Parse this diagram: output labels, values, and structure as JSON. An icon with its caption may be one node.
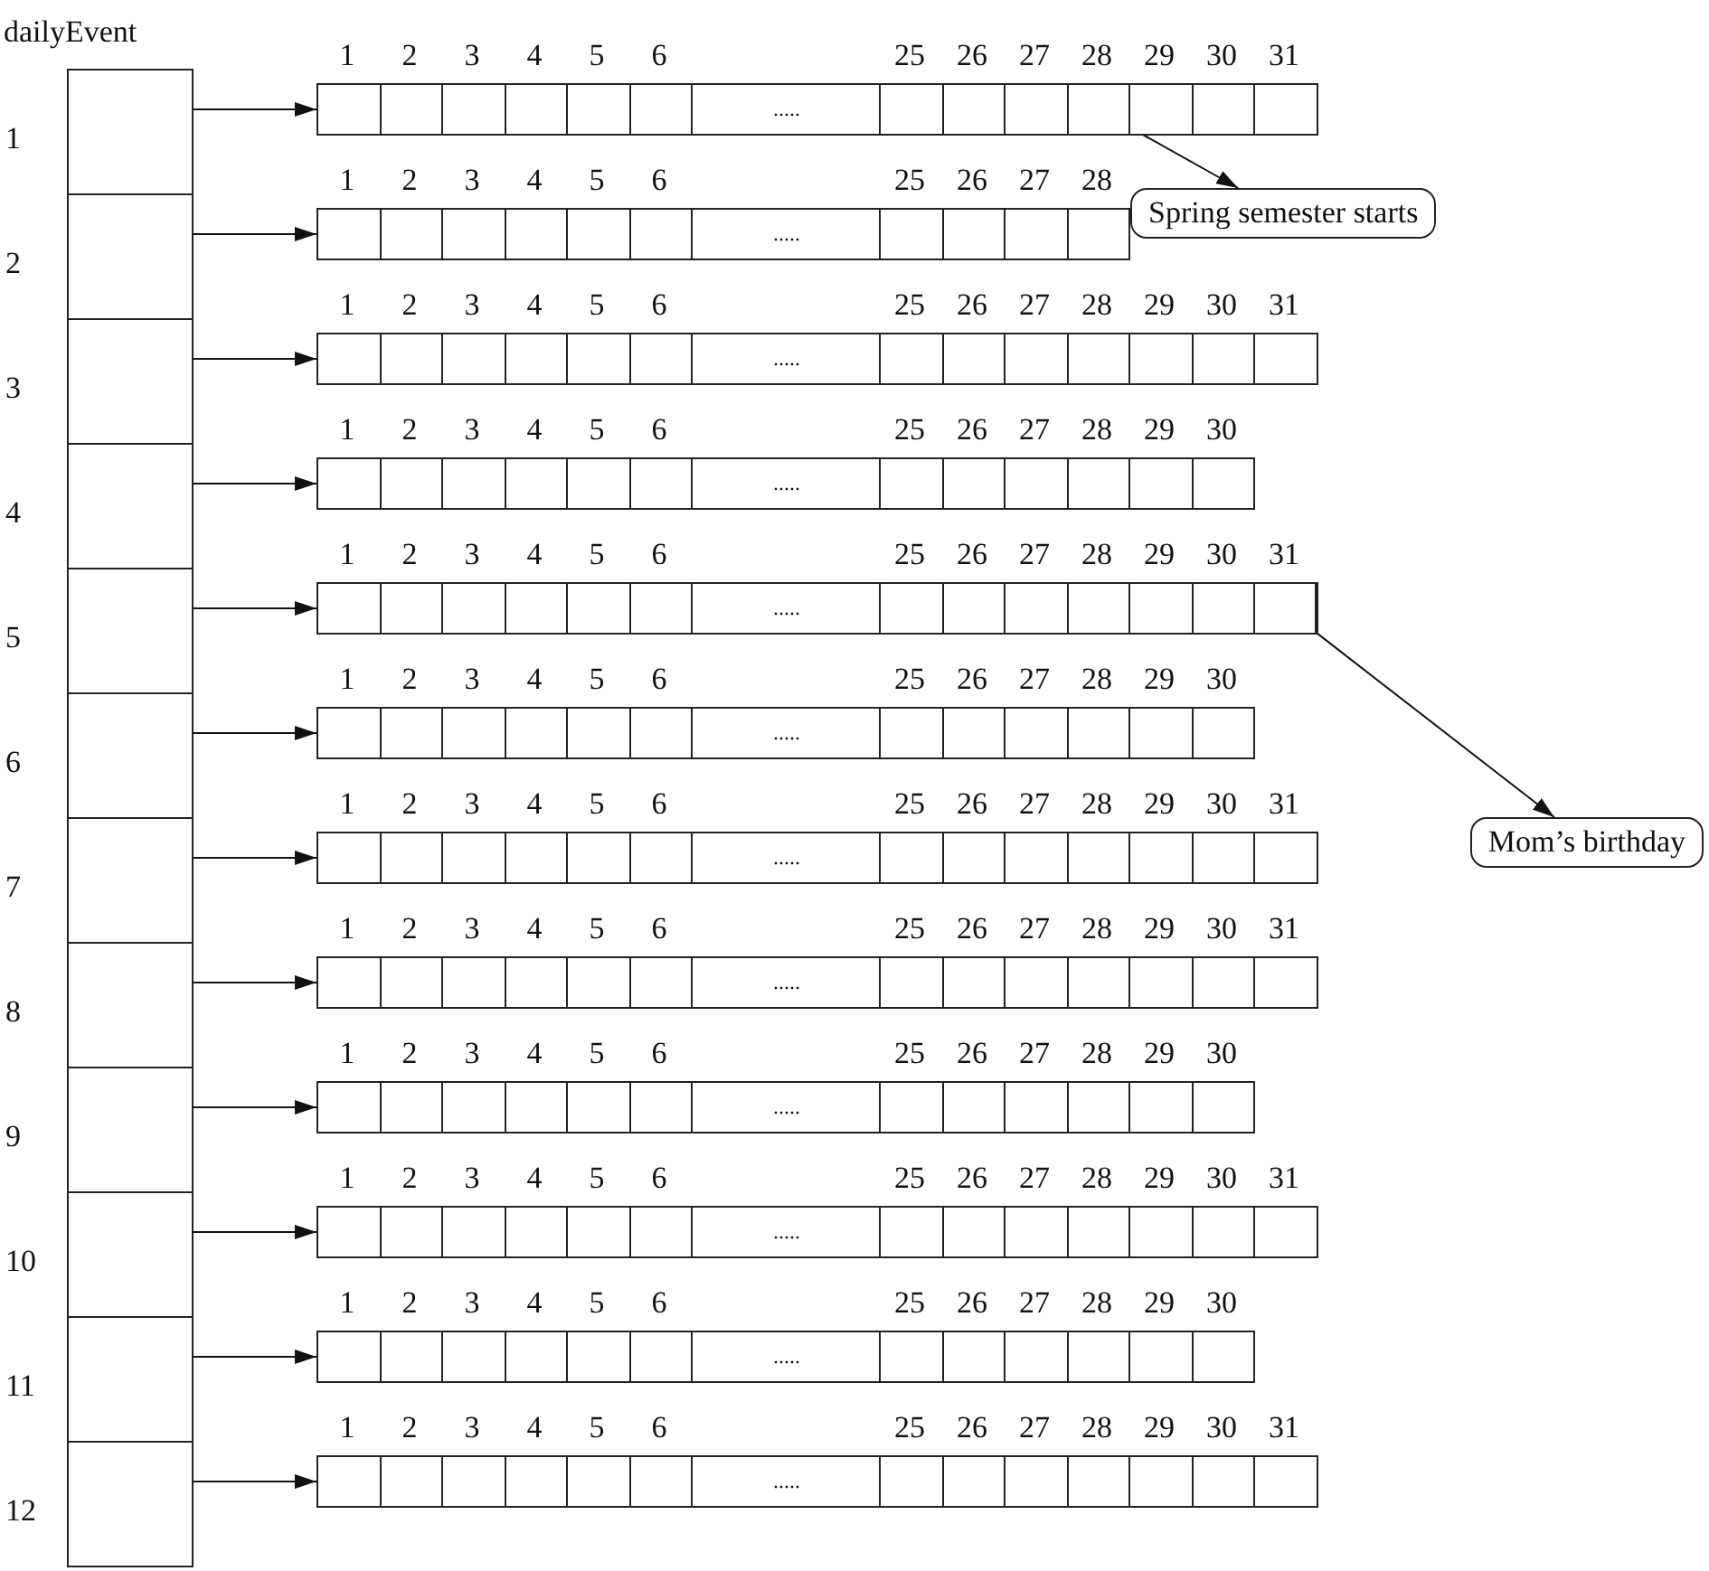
{
  "diagram": {
    "nodes": [
      {
        "text": [
          "dailyEvent"
        ]
      },
      {
        "text": [],
        "shape": "box",
        "in": 0,
        "beside": [
          "1"
        ]
      },
      {
        "text": [],
        "shape": "box",
        "in": 0,
        "beside": [
          "2"
        ]
      },
      {
        "text": [],
        "shape": "box",
        "in": 0,
        "beside": [
          "3"
        ]
      },
      {
        "text": [],
        "shape": "box",
        "in": 0,
        "beside": [
          "4"
        ]
      },
      {
        "text": [],
        "shape": "box",
        "in": 0,
        "beside": [
          "5"
        ]
      },
      {
        "text": [],
        "shape": "box",
        "in": 0,
        "beside": [
          "6"
        ]
      },
      {
        "text": [],
        "shape": "box",
        "in": 0,
        "beside": [
          "7"
        ]
      },
      {
        "text": [],
        "shape": "box",
        "in": 0,
        "beside": [
          "8"
        ]
      },
      {
        "text": [],
        "shape": "box",
        "in": 0,
        "beside": [
          "9"
        ]
      },
      {
        "text": [],
        "shape": "box",
        "in": 0,
        "beside": [
          "10"
        ]
      },
      {
        "text": [],
        "shape": "box",
        "in": 0,
        "beside": [
          "11"
        ]
      },
      {
        "text": [],
        "shape": "box",
        "in": 0,
        "beside": [
          "12"
        ]
      },
      {
        "text": [
          "....."
        ],
        "beside": [
          "1",
          "2",
          "3",
          "4",
          "5",
          "6",
          "25",
          "26",
          "27",
          "28",
          "29",
          "30",
          "31"
        ]
      },
      {
        "text": [
          "....."
        ],
        "beside": [
          "1",
          "2",
          "3",
          "4",
          "5",
          "6",
          "25",
          "26",
          "27",
          "28"
        ]
      },
      {
        "text": [
          "....."
        ],
        "beside": [
          "1",
          "2",
          "3",
          "4",
          "5",
          "6",
          "25",
          "26",
          "27",
          "28",
          "29",
          "30",
          "31"
        ]
      },
      {
        "text": [
          "....."
        ],
        "beside": [
          "1",
          "2",
          "3",
          "4",
          "5",
          "6",
          "25",
          "26",
          "27",
          "28",
          "29",
          "30"
        ]
      },
      {
        "text": [
          "....."
        ],
        "beside": [
          "1",
          "2",
          "3",
          "4",
          "5",
          "6",
          "25",
          "26",
          "27",
          "28",
          "29",
          "30",
          "31"
        ]
      },
      {
        "text": [
          "....."
        ],
        "beside": [
          "1",
          "2",
          "3",
          "4",
          "5",
          "6",
          "25",
          "26",
          "27",
          "28",
          "29",
          "30"
        ]
      },
      {
        "text": [
          "....."
        ],
        "beside": [
          "1",
          "2",
          "3",
          "4",
          "5",
          "6",
          "25",
          "26",
          "27",
          "28",
          "29",
          "30",
          "31"
        ]
      },
      {
        "text": [
          "....."
        ],
        "beside": [
          "1",
          "2",
          "3",
          "4",
          "5",
          "6",
          "25",
          "26",
          "27",
          "28",
          "29",
          "30",
          "31"
        ]
      },
      {
        "text": [
          "....."
        ],
        "beside": [
          "1",
          "2",
          "3",
          "4",
          "5",
          "6",
          "25",
          "26",
          "27",
          "28",
          "29",
          "30"
        ]
      },
      {
        "text": [
          "....."
        ],
        "beside": [
          "1",
          "2",
          "3",
          "4",
          "5",
          "6",
          "25",
          "26",
          "27",
          "28",
          "29",
          "30",
          "31"
        ]
      },
      {
        "text": [
          "....."
        ],
        "beside": [
          "1",
          "2",
          "3",
          "4",
          "5",
          "6",
          "25",
          "26",
          "27",
          "28",
          "29",
          "30"
        ]
      },
      {
        "text": [
          "....."
        ],
        "beside": [
          "1",
          "2",
          "3",
          "4",
          "5",
          "6",
          "25",
          "26",
          "27",
          "28",
          "29",
          "30",
          "31"
        ]
      },
      {
        "text": [],
        "shape": "box",
        "in": 13
      },
      {
        "text": [],
        "shape": "box",
        "in": 17
      },
      {
        "text": [
          "Spring semester starts"
        ]
      },
      {
        "text": [
          "Mom’s birthday"
        ]
      }
    ],
    "edges": [
      {
        "from": 1,
        "to": 13,
        "arrow": "to"
      },
      {
        "from": 2,
        "to": 14,
        "arrow": "to"
      },
      {
        "from": 3,
        "to": 15,
        "arrow": "to"
      },
      {
        "from": 4,
        "to": 16,
        "arrow": "to"
      },
      {
        "from": 5,
        "to": 17,
        "arrow": "to"
      },
      {
        "from": 6,
        "to": 18,
        "arrow": "to"
      },
      {
        "from": 7,
        "to": 19,
        "arrow": "to"
      },
      {
        "from": 8,
        "to": 20,
        "arrow": "to"
      },
      {
        "from": 9,
        "to": 21,
        "arrow": "to"
      },
      {
        "from": 10,
        "to": 22,
        "arrow": "to"
      },
      {
        "from": 11,
        "to": 23,
        "arrow": "to"
      },
      {
        "from": 12,
        "to": 24,
        "arrow": "to"
      },
      {
        "from": 25,
        "to": 27,
        "arrow": "to"
      },
      {
        "from": 26,
        "to": 28,
        "arrow": "to"
      }
    ]
  }
}
